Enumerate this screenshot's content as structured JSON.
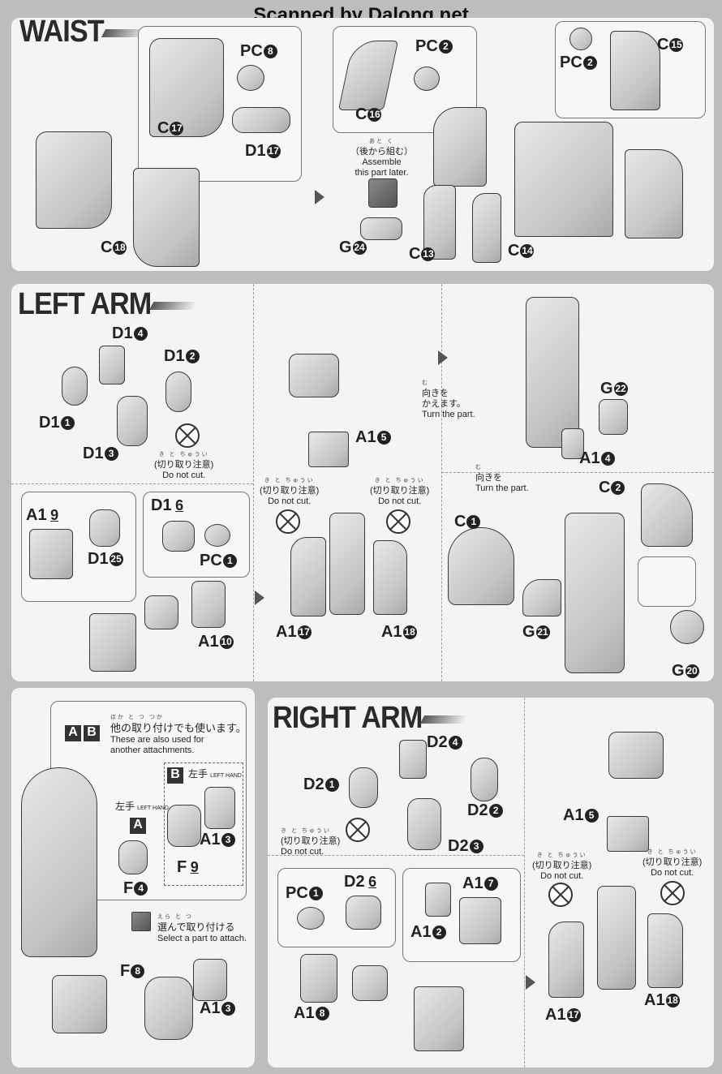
{
  "watermark": "Scanned by Dalong.net",
  "sections": {
    "waist": "WAIST",
    "left_arm": "LEFT ARM",
    "right_arm": "RIGHT ARM"
  },
  "waist": {
    "labels": [
      "PC",
      "C",
      "D1",
      "C",
      "PC",
      "C",
      "PC",
      "C",
      "G",
      "C",
      "C"
    ],
    "nums": [
      "8",
      "17",
      "17",
      "18",
      "2",
      "16",
      "2",
      "15",
      "24",
      "13",
      "14"
    ],
    "note_ruby": "あと  く",
    "note_jp": "（後から組む）",
    "note_en1": "Assemble",
    "note_en2": "this part later."
  },
  "left_arm": {
    "labels": [
      "D1",
      "D1",
      "D1",
      "D1",
      "A1",
      "A1",
      "A1",
      "G",
      "A1",
      "C",
      "C",
      "G",
      "G",
      "A1",
      "D1",
      "D1",
      "PC",
      "A1"
    ],
    "nums": [
      "4",
      "2",
      "1",
      "3",
      "5",
      "17",
      "18",
      "22",
      "4",
      "2",
      "1",
      "21",
      "20",
      "9",
      "25",
      "6",
      "1",
      "10"
    ],
    "nocut_ruby": "き   と   ちゅうい",
    "nocut_jp": "(切り取り注意)",
    "nocut_en": "Do not cut.",
    "turn_ruby": "む",
    "turn_jp1": "向きを",
    "turn_jp2": "かえます。",
    "turn_en": "Turn the part."
  },
  "hands": {
    "ab_a": "A",
    "ab_b": "B",
    "also_ruby": "ほか   と   つ        つか",
    "also_jp": "他の取り付けでも使います。",
    "also_en1": "These are also used for",
    "also_en2": "another attachments.",
    "left_hand_jp": "左手",
    "left_hand_en": "LEFT HAND",
    "labels": [
      "A1",
      "F",
      "F",
      "F",
      "A1"
    ],
    "nums": [
      "3",
      "9",
      "4",
      "8",
      "3"
    ],
    "select_ruby": "えら        と   つ",
    "select_jp": "選んで取り付ける",
    "select_en": "Select a part to attach."
  },
  "right_arm": {
    "labels": [
      "D2",
      "D2",
      "D2",
      "D2",
      "PC",
      "D2",
      "A1",
      "A1",
      "A1",
      "A1",
      "A1",
      "A1"
    ],
    "nums": [
      "4",
      "1",
      "2",
      "3",
      "1",
      "6",
      "7",
      "2",
      "8",
      "5",
      "17",
      "18"
    ]
  }
}
